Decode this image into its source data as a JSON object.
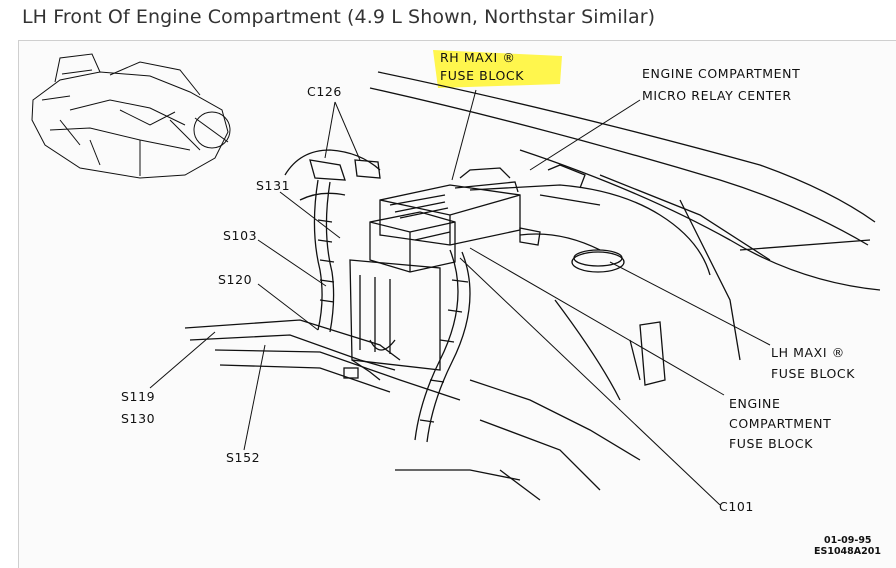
{
  "caption": "LH Front Of Engine Compartment (4.9 L Shown, Northstar Similar)",
  "labels": {
    "rh_maxi_line1": "RH MAXI ®",
    "rh_maxi_line2": "FUSE BLOCK",
    "micro_relay_line1": "ENGINE COMPARTMENT",
    "micro_relay_line2": "MICRO RELAY CENTER",
    "c126": "C126",
    "s131": "S131",
    "s103": "S103",
    "s120": "S120",
    "s119": "S119",
    "s130": "S130",
    "s152": "S152",
    "lh_maxi_line1": "LH MAXI ®",
    "lh_maxi_line2": "FUSE BLOCK",
    "ecfb_line1": "ENGINE",
    "ecfb_line2": "COMPARTMENT",
    "ecfb_line3": "FUSE BLOCK",
    "c101": "C101",
    "date_code": "01-09-95",
    "figure_code": "ES1048A201"
  },
  "colors": {
    "highlight": "#fff53a",
    "ink": "#111111",
    "caption": "#333333"
  }
}
